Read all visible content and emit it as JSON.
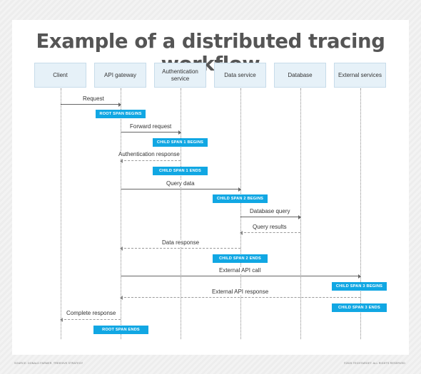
{
  "title": "Example of a distributed tracing workflow",
  "participants": [
    {
      "id": "client",
      "label": "Client"
    },
    {
      "id": "gateway",
      "label": "API gateway"
    },
    {
      "id": "auth",
      "label": "Authentication service"
    },
    {
      "id": "data",
      "label": "Data service"
    },
    {
      "id": "db",
      "label": "Database"
    },
    {
      "id": "external",
      "label": "External services"
    }
  ],
  "messages": [
    {
      "label": "Request",
      "from": "client",
      "to": "gateway",
      "style": "solid"
    },
    {
      "label": "Forward request",
      "from": "gateway",
      "to": "auth",
      "style": "solid"
    },
    {
      "label": "Authentication response",
      "from": "auth",
      "to": "gateway",
      "style": "dotted"
    },
    {
      "label": "Query data",
      "from": "gateway",
      "to": "data",
      "style": "solid"
    },
    {
      "label": "Database query",
      "from": "data",
      "to": "db",
      "style": "solid"
    },
    {
      "label": "Query results",
      "from": "db",
      "to": "data",
      "style": "dotted"
    },
    {
      "label": "Data response",
      "from": "data",
      "to": "gateway",
      "style": "dotted"
    },
    {
      "label": "External API call",
      "from": "gateway",
      "to": "external",
      "style": "solid"
    },
    {
      "label": "External API response",
      "from": "external",
      "to": "gateway",
      "style": "dotted"
    },
    {
      "label": "Complete response",
      "from": "gateway",
      "to": "client",
      "style": "dotted"
    }
  ],
  "span_markers": [
    {
      "label": "ROOT SPAN BEGINS",
      "participant": "gateway"
    },
    {
      "label": "CHILD SPAN 1 BEGINS",
      "participant": "auth"
    },
    {
      "label": "CHILD SPAN 1 ENDS",
      "participant": "auth"
    },
    {
      "label": "CHILD SPAN 2 BEGINS",
      "participant": "data"
    },
    {
      "label": "CHILD SPAN 2 ENDS",
      "participant": "data"
    },
    {
      "label": "CHILD SPAN 3 BEGINS",
      "participant": "external"
    },
    {
      "label": "CHILD SPAN 3 ENDS",
      "participant": "external"
    },
    {
      "label": "ROOT SPAN ENDS",
      "participant": "gateway"
    }
  ],
  "footer": {
    "source": "SOURCE: DONALD FARMER, TREEHIVE STRATEGY",
    "copyright": "©2025 TECHTARGET. ALL RIGHTS RESERVED"
  },
  "colors": {
    "badge": "#11a7e3",
    "header_fill": "#e6f1f8",
    "title": "#555555"
  }
}
